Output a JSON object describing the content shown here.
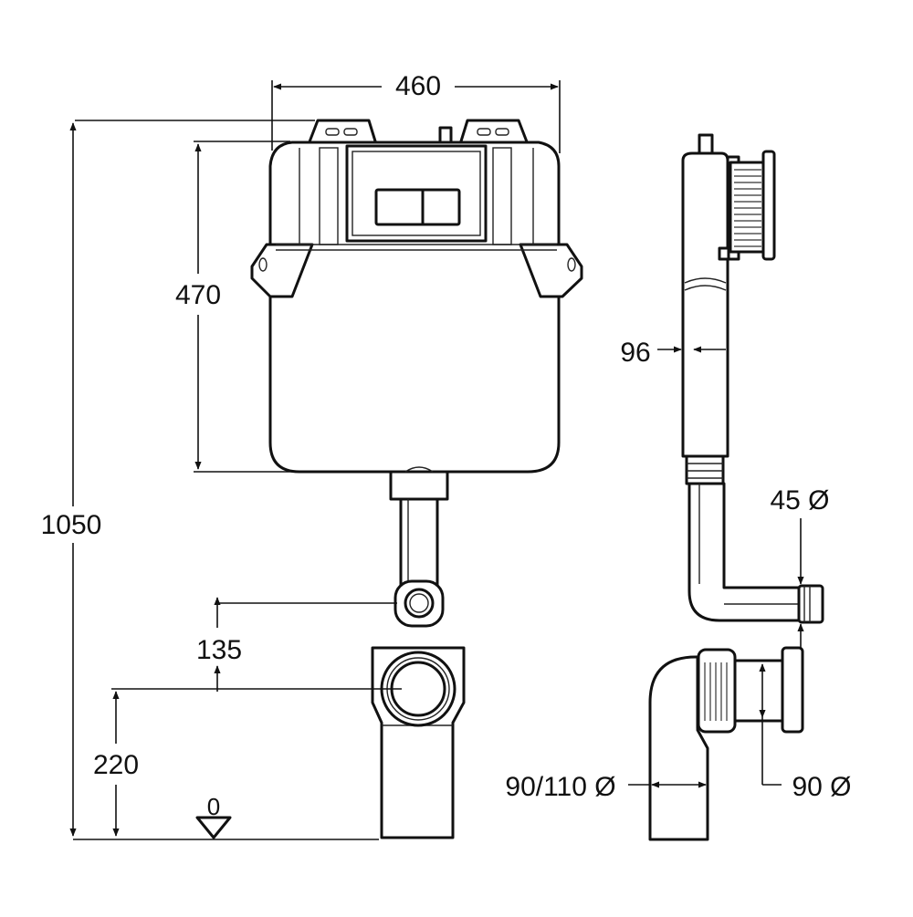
{
  "dimensions": {
    "width_total": "460",
    "height_cistern": "470",
    "height_total": "1050",
    "depth": "96",
    "flush_pipe_diameter": "45 Ø",
    "connector_offset": "135",
    "outlet_height": "220",
    "pan_connector_diameter": "90/110 Ø",
    "bend_diameter": "90 Ø"
  },
  "floor_symbol": "0"
}
